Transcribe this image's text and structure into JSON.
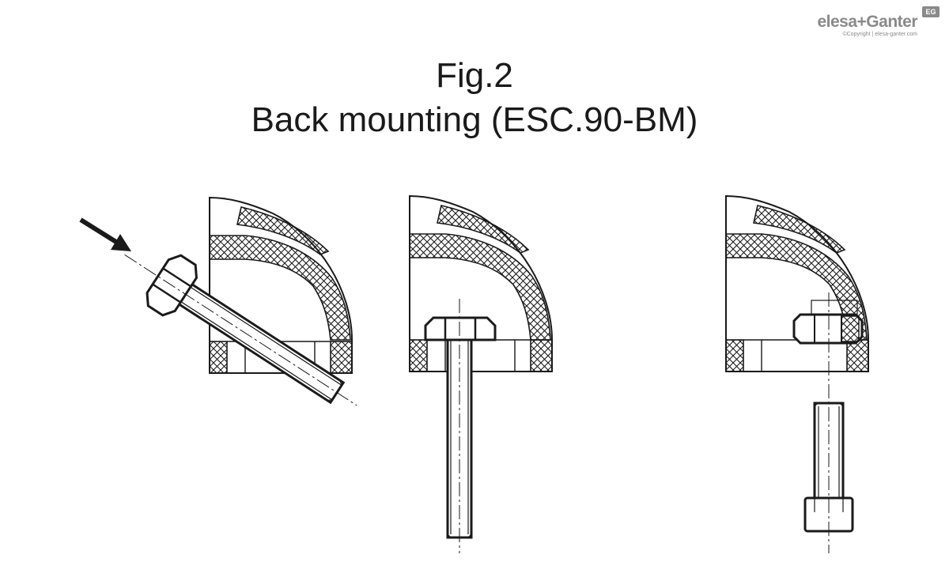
{
  "logo": {
    "wordmark": "elesa+Ganter",
    "badge": "EG",
    "copyright": "©Copyright | elesa-ganter.com"
  },
  "figure": {
    "label": "Fig.2",
    "title": "Back mounting (ESC.90-BM)"
  },
  "colors": {
    "line": "#1a1a1a",
    "logo_grey": "#8a8a8a",
    "background": "#ffffff"
  },
  "steps": [
    {
      "id": "insert-screw-tilted",
      "icon": "arrow-icon"
    },
    {
      "id": "screw-head-seated"
    },
    {
      "id": "socket-cap-screw-from-below"
    }
  ]
}
